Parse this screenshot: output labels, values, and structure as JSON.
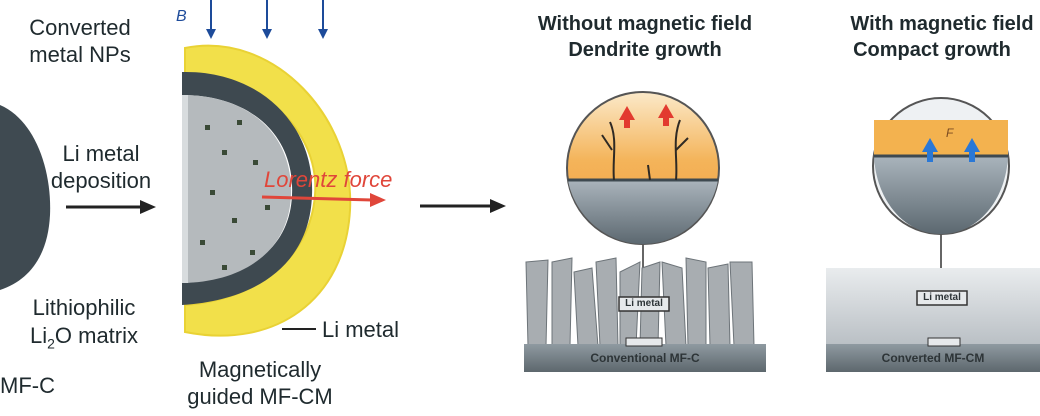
{
  "left_panel": {
    "converted_label": "Converted\nmetal NPs",
    "deposition_label": "Li metal\ndeposition",
    "matrix_label_1": "Lithiophilic",
    "matrix_label_2_pre": "Li",
    "matrix_label_2_sub": "2",
    "matrix_label_2_post": "O matrix",
    "mfc_label": "MF-C"
  },
  "center_panel": {
    "b_field_label": "B",
    "lorentz_label": "Lorentz force",
    "li_metal_label": "Li metal",
    "caption": "Magnetically\nguided MF-CM"
  },
  "right_panel_1": {
    "title_line1": "Without magnetic field",
    "title_line2": "Dendrite growth",
    "layer_label": "Li metal",
    "base_label": "Conventional MF-C"
  },
  "right_panel_2": {
    "title_line1": "With magnetic field",
    "title_line2": "Compact growth",
    "f_label": "F",
    "layer_label": "Li metal",
    "base_label": "Converted MF-CM"
  },
  "colors": {
    "lorentz": "#e0463a",
    "b_field": "#1d4b9a",
    "li_metal_yellow": "#f2e04a",
    "electrolyte_orange": "#f0a94a",
    "up_arrow_red": "#e23a2f",
    "up_arrow_blue": "#2a78d6"
  }
}
